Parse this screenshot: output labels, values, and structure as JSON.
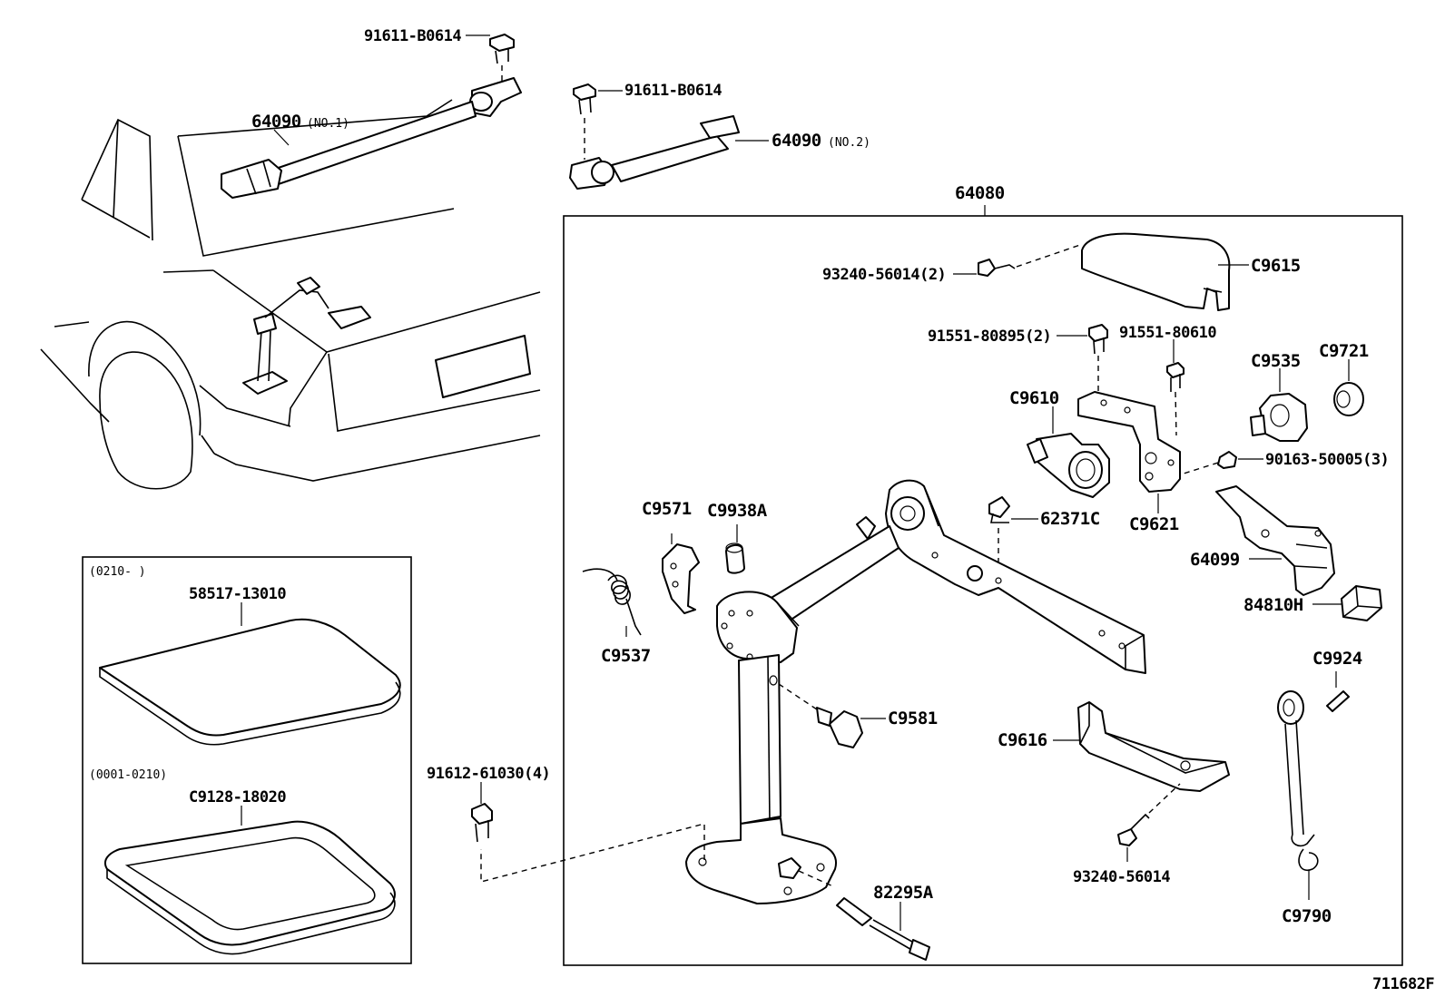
{
  "labels": {
    "bolt_top": "91611-B0614",
    "bolt_mid": "91611-B0614",
    "strap_no1": "64090",
    "strap_no1_suffix": "(NO.1)",
    "strap_no2": "64090",
    "strap_no2_suffix": "(NO.2)",
    "assembly": "64080",
    "screw_cover": "93240-56014(2)",
    "cover": "C9615",
    "bolt_bracket_a": "91551-80895(2)",
    "bolt_bracket_b": "91551-80610",
    "part_c9535": "C9535",
    "part_c9721": "C9721",
    "part_c9610": "C9610",
    "bolt_90163": "90163-50005(3)",
    "part_c9621": "C9621",
    "clip_62371c": "62371C",
    "part_c9571": "C9571",
    "part_c9938a": "C9938A",
    "part_64099": "64099",
    "part_84810h": "84810H",
    "part_c9537": "C9537",
    "part_c9924": "C9924",
    "part_c9581": "C9581",
    "part_c9616": "C9616",
    "bolt_91612": "91612-61030(4)",
    "screw_single": "93240-56014",
    "part_82295a": "82295A",
    "part_c9790": "C9790",
    "inset_range_a": "(0210-      )",
    "inset_part_a": "58517-13010",
    "inset_range_b": "(0001-0210)",
    "inset_part_b": "C9128-18020",
    "diagram_id": "711682F"
  }
}
